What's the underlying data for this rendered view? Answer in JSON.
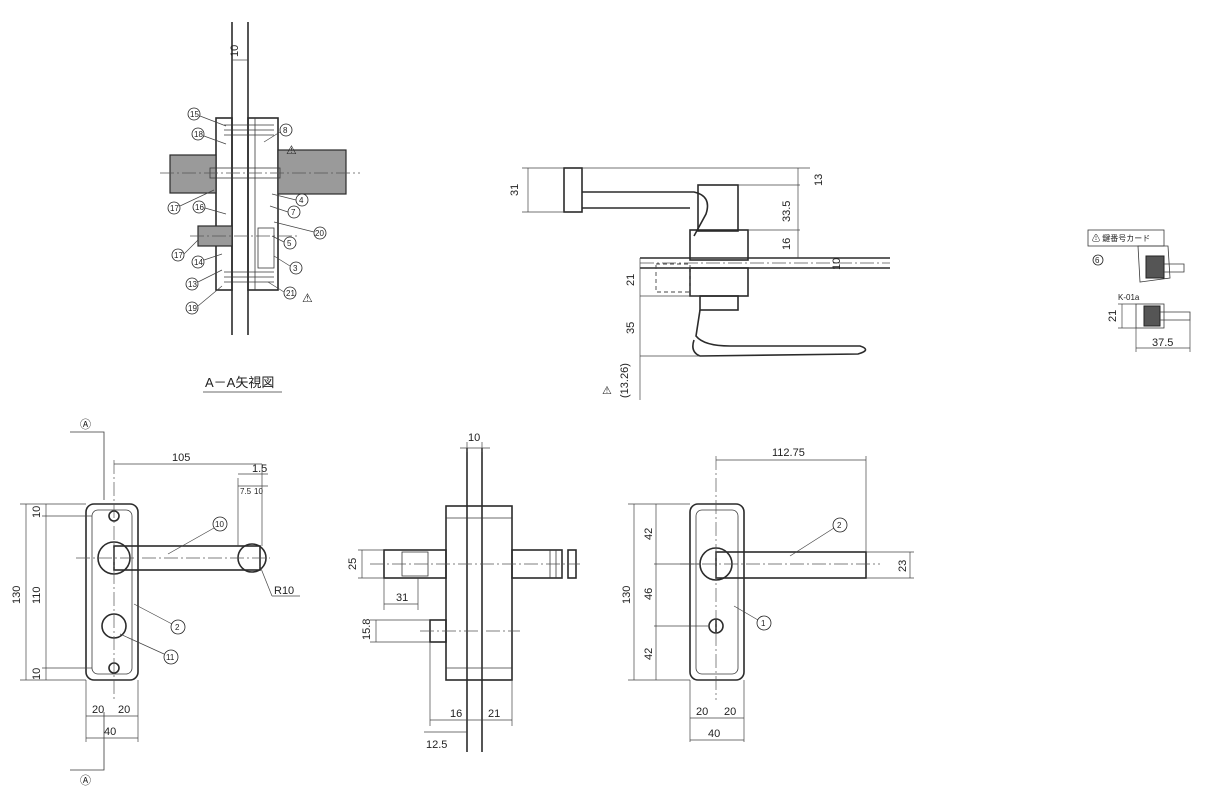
{
  "section_title": "A－A矢視図",
  "view_markers": {
    "top": "Ⓐ",
    "bottom": "Ⓐ"
  },
  "revision_marker": "⚠",
  "section_view": {
    "thickness": "10",
    "balloons": [
      "15",
      "18",
      "8",
      "17",
      "16",
      "4",
      "7",
      "20",
      "5",
      "17",
      "14",
      "13",
      "3",
      "21",
      "19"
    ]
  },
  "side_view": {
    "dims": {
      "d31": "31",
      "d13": "13",
      "d33_5": "33.5",
      "d16": "16",
      "d10": "10",
      "d21": "21",
      "d35": "35",
      "d13_26": "(13.26)"
    }
  },
  "key_view": {
    "balloon": "6",
    "tag_text": "⚠ 鍵番号カード",
    "key_label": "K-01a",
    "dims": {
      "d21": "21",
      "d37_5": "37.5"
    }
  },
  "front_left": {
    "dims": {
      "d105": "105",
      "d1_5": "1.5",
      "d7_5": "7.5",
      "d10": "10",
      "d130": "130",
      "d110": "110",
      "d10_top": "10",
      "d10_bottom": "10",
      "d20a": "20",
      "d20b": "20",
      "d40": "40",
      "r10": "R10"
    },
    "balloons": [
      "10",
      "2",
      "11"
    ]
  },
  "middle_view": {
    "dims": {
      "d10": "10",
      "d25": "25",
      "d31": "31",
      "d15_8": "15.8",
      "d16": "16",
      "d21": "21",
      "d12_5": "12.5"
    }
  },
  "front_right": {
    "dims": {
      "d112_75": "112.75",
      "d130": "130",
      "d42_top": "42",
      "d46": "46",
      "d42_bottom": "42",
      "d23": "23",
      "d20a": "20",
      "d20b": "20",
      "d40": "40"
    },
    "balloons": [
      "2",
      "1"
    ]
  }
}
